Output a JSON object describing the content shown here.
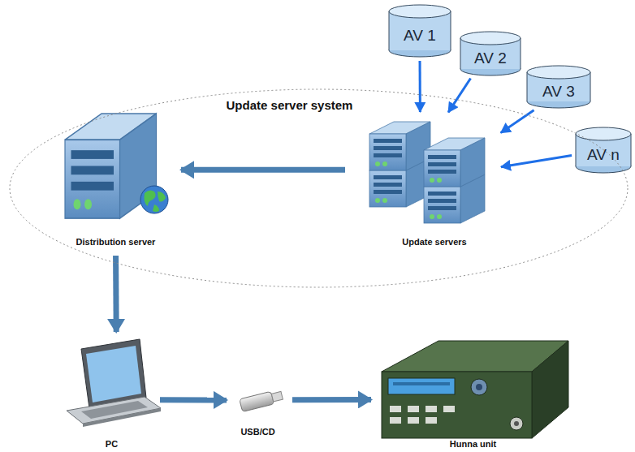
{
  "diagram": {
    "nodes": [
      {
        "text": [
          "AV 1"
        ]
      },
      {
        "text": [
          "AV 2"
        ]
      },
      {
        "text": [
          "AV 3"
        ]
      },
      {
        "text": [
          "AV n"
        ]
      },
      {
        "text": [
          "Update server system"
        ]
      },
      {
        "text": [
          "Distribution server"
        ],
        "in": 4
      },
      {
        "text": [
          "Update servers"
        ],
        "in": 4
      },
      {
        "text": [
          "PC"
        ]
      },
      {
        "text": [
          "USB/CD"
        ]
      },
      {
        "text": [
          "Hunna unit"
        ]
      }
    ],
    "edges": [
      {
        "from": 0,
        "to": 6,
        "arrow": "to"
      },
      {
        "from": 1,
        "to": 6,
        "arrow": "to"
      },
      {
        "from": 2,
        "to": 6,
        "arrow": "to"
      },
      {
        "from": 3,
        "to": 6,
        "arrow": "to"
      },
      {
        "from": 6,
        "to": 5,
        "arrow": "to"
      },
      {
        "from": 5,
        "to": 7,
        "arrow": "to"
      },
      {
        "from": 7,
        "to": 8,
        "arrow": "to"
      },
      {
        "from": 8,
        "to": 9,
        "arrow": "to"
      }
    ]
  }
}
